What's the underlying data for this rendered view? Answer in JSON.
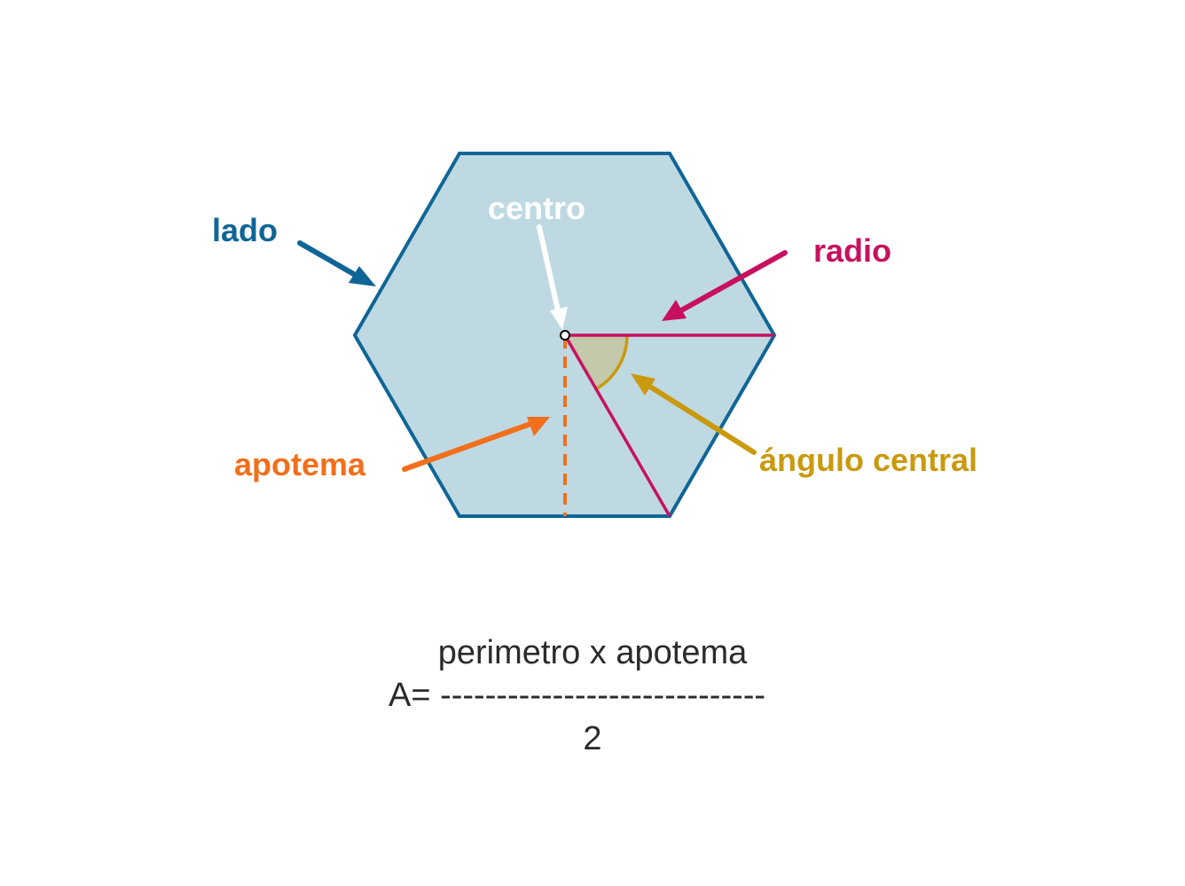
{
  "labels": {
    "side": "lado",
    "center": "centro",
    "radius": "radio",
    "apothem": "apotema",
    "central_angle": "ángulo central"
  },
  "formula": {
    "numerator": "perimetro x apotema",
    "fraction_line": "A= -----------------------------",
    "denominator": "2"
  },
  "colors": {
    "hexagon_fill": "#bfd9e3",
    "hexagon_stroke": "#0f6696",
    "side_label": "#0f6696",
    "center_label": "#ffffff",
    "radius": "#c7115f",
    "apothem": "#f26f1b",
    "central_angle": "#c99a0e",
    "angle_fill": "#c3c9aa"
  }
}
